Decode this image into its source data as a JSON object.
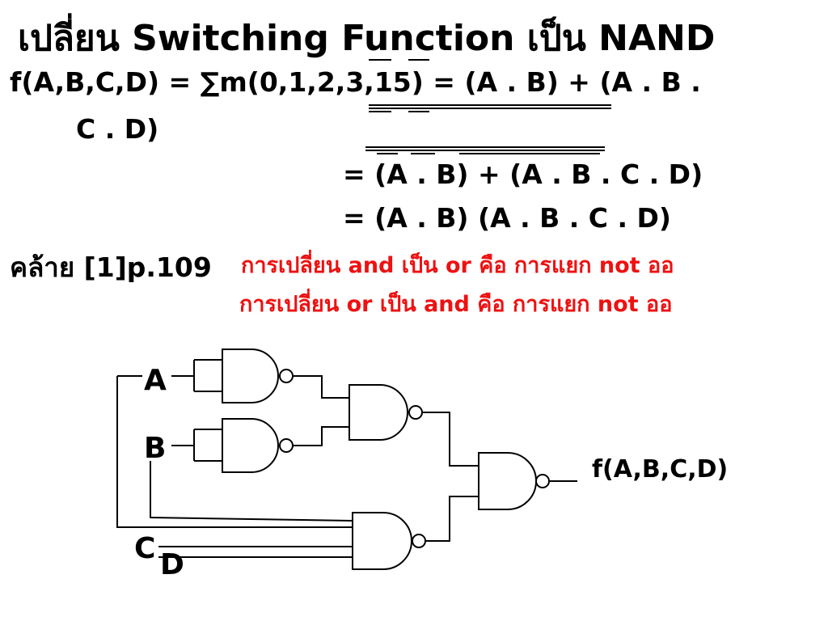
{
  "title": "เปลี่ยน Switching Function เป็น NAND",
  "equations": {
    "line1": "f(A,B,C,D) = ∑m(0,1,2,3,15)   = (A . B) + (A . B .",
    "line1_cont": "C . D)",
    "line2": "= (A . B) + (A . B . C . D)",
    "line3": "= (A . B)   (A . B . C . D)"
  },
  "note": {
    "similar_ref": "คล้าย [1]p.109",
    "red_line1": "การเปลี่ยน and เป็น or คือ การแยก not ออ",
    "red_line2": "การเปลี่ยน or เป็น and คือ การแยก not ออ"
  },
  "circuit": {
    "inputs": [
      "A",
      "B",
      "C",
      "D"
    ],
    "output_label": "f(A,B,C,D)",
    "gate_type": "NAND"
  },
  "colors": {
    "text": "#000000",
    "note_red": "#ee1111",
    "background": "#ffffff"
  }
}
